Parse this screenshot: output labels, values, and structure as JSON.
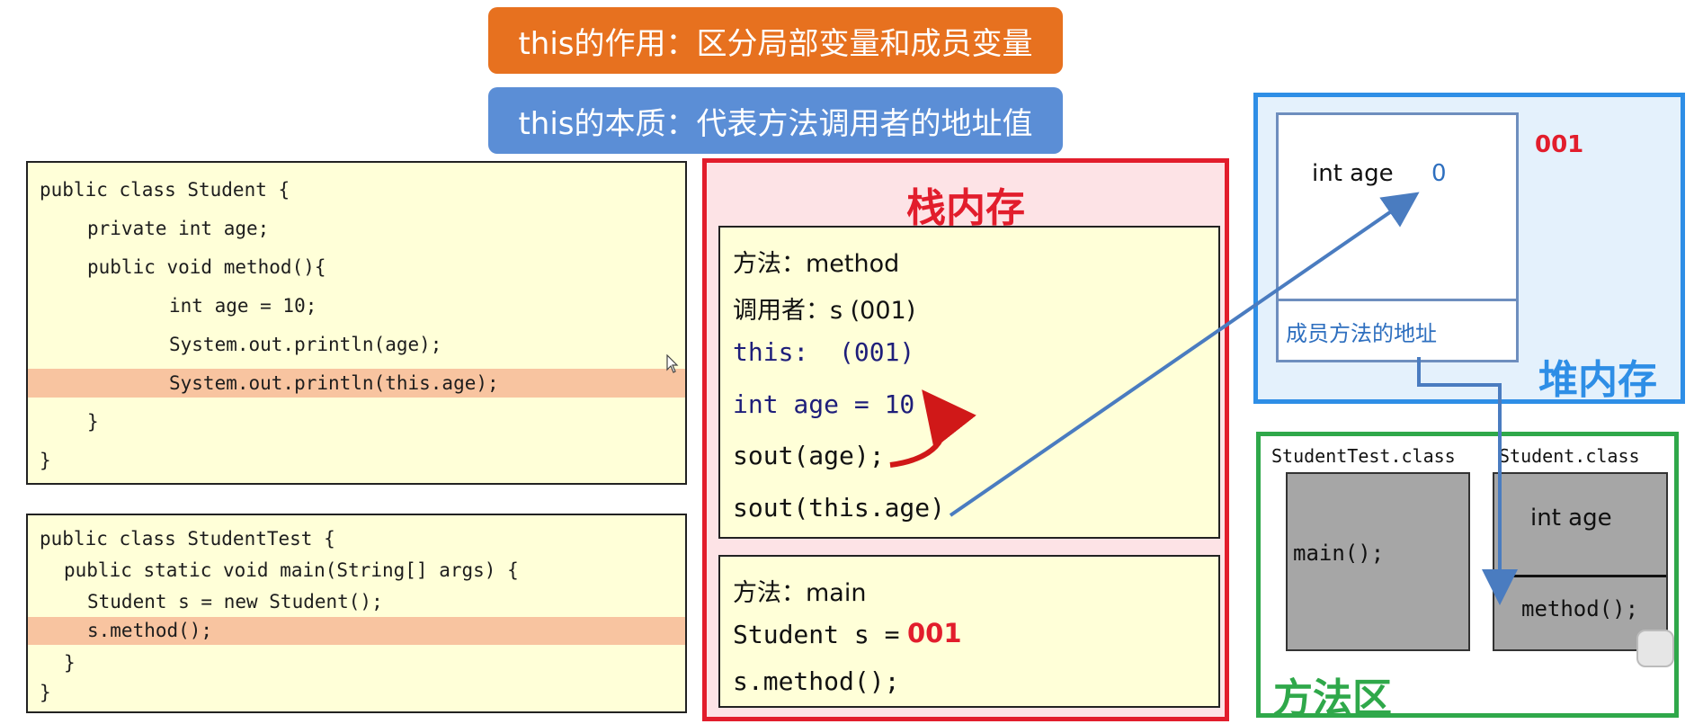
{
  "banners": {
    "role": "this的作用：区分局部变量和成员变量",
    "essence": "this的本质：代表方法调用者的地址值"
  },
  "code_student": [
    "public class Student {",
    "private int age;",
    "public void method(){",
    "int age = 10;",
    "System.out.println(age);",
    "System.out.println(this.age);",
    "}",
    "}"
  ],
  "code_test": [
    "public class StudentTest {",
    "public static void main(String[] args) {",
    "Student s = new Student();",
    "s.method();",
    "}",
    "}"
  ],
  "stack": {
    "title": "栈内存",
    "method_frame": {
      "method": "方法：method",
      "caller": "调用者：s (001)",
      "this": "this:  (001)",
      "local": "int age = 10",
      "sout_age": "sout(age);",
      "sout_this_age": "sout(this.age)"
    },
    "main_frame": {
      "method": "方法：main",
      "student_var": "Student s =",
      "student_value": "001",
      "call": "s.method();"
    }
  },
  "heap": {
    "title": "堆内存",
    "address": "001",
    "field_label": "int age",
    "field_value": "0",
    "method_addr": "成员方法的地址"
  },
  "method_area": {
    "title": "方法区",
    "class_test": "StudentTest.class",
    "class_student": "Student.class",
    "main_label": "main();",
    "field_label": "int age",
    "method_label": "method();"
  },
  "colors": {
    "orange_banner": "#E7711F",
    "blue_banner": "#5B8ED6",
    "stack_red": "#E21D2C",
    "heap_blue": "#2E8EE6",
    "method_green": "#2FA84A",
    "highlight": "#F8C4A0"
  }
}
